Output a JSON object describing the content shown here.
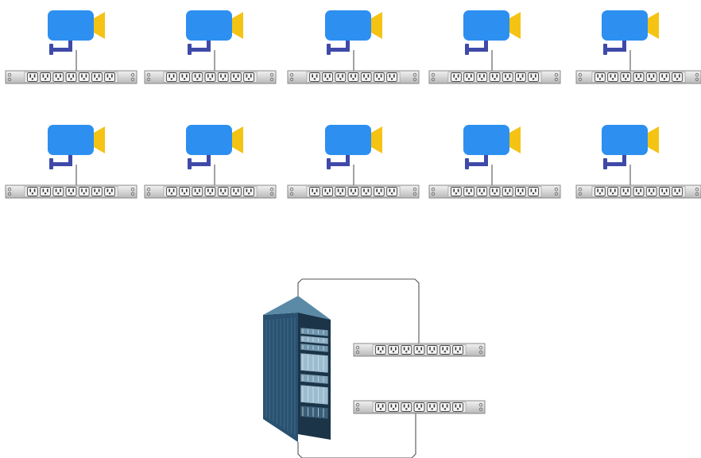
{
  "diagram": {
    "rows": [
      {
        "cameras": [
          "camera",
          "camera",
          "camera",
          "camera",
          "camera"
        ],
        "power_strips": [
          "power-strip",
          "power-strip",
          "power-strip",
          "power-strip",
          "power-strip"
        ]
      },
      {
        "cameras": [
          "camera",
          "camera",
          "camera",
          "camera",
          "camera"
        ],
        "power_strips": [
          "power-strip",
          "power-strip",
          "power-strip",
          "power-strip",
          "power-strip"
        ]
      }
    ],
    "server_rack": "server-rack-icon",
    "rack_power_strips": [
      "power-strip",
      "power-strip"
    ],
    "outlets_per_strip": 7,
    "colors": {
      "camera_body": "#2d8ff0",
      "camera_lens": "#f5c314",
      "camera_mount": "#3f4aa8",
      "strip_body": "#dcdcdc",
      "strip_border": "#8a8a8a",
      "cable": "#555555",
      "rack_dark": "#1e3a4f",
      "rack_mid": "#2b5673",
      "rack_light": "#4e7f9c"
    }
  }
}
